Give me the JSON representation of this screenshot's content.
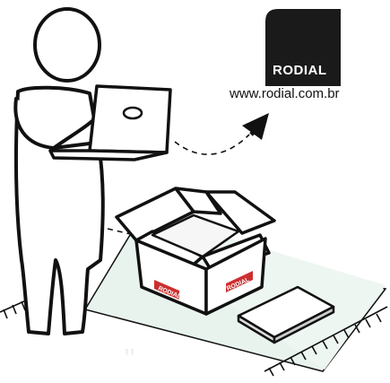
{
  "brand": {
    "name": "RODIAL",
    "url": "www.rodial.com.br"
  },
  "box_labels": [
    "RODIAL",
    "RODIAL"
  ],
  "colors": {
    "ink": "#111111",
    "mat": "#e8f3ee",
    "logo_bg": "#1a1a1a",
    "label_bg": "#cc2f2f"
  }
}
